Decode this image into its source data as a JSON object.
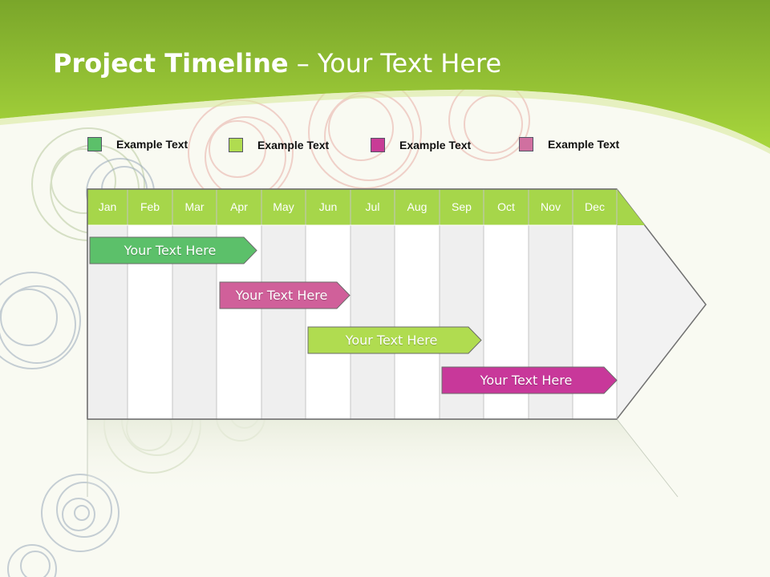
{
  "title": {
    "bold": "Project Timeline",
    "rest": " – Your Text Here"
  },
  "colors": {
    "header_dark": "#7aa62a",
    "header_light": "#a8d63c",
    "month_fill": "#a6d64a",
    "legend_green": "#5cc06a",
    "legend_lime": "#b0dc50",
    "legend_magenta": "#c83c96",
    "legend_pink": "#d070a0"
  },
  "legend": [
    {
      "label": "Example Text",
      "color": "#5cc06a"
    },
    {
      "label": "Example Text",
      "color": "#b0dc50"
    },
    {
      "label": "Example Text",
      "color": "#c83c96"
    },
    {
      "label": "Example Text",
      "color": "#d070a0"
    }
  ],
  "months": [
    "Jan",
    "Feb",
    "Mar",
    "Apr",
    "May",
    "Jun",
    "Jul",
    "Aug",
    "Sep",
    "Oct",
    "Nov",
    "Dec"
  ],
  "tasks": [
    {
      "label": "Your  Text Here",
      "color": "#5cc06a"
    },
    {
      "label": "Your  Text Here",
      "color": "#d0609a"
    },
    {
      "label": "Your  Text Here",
      "color": "#b0dc50"
    },
    {
      "label": "Your  Text Here",
      "color": "#c8389a"
    }
  ]
}
